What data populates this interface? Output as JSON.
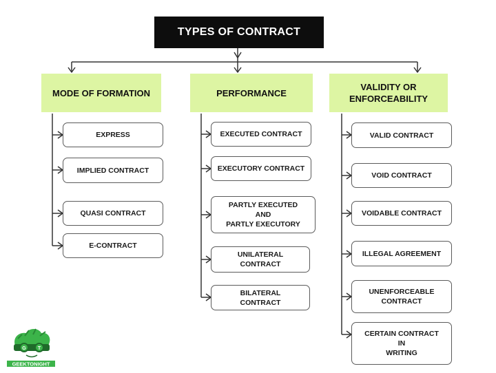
{
  "title": "TYPES OF CONTRACT",
  "categories": [
    {
      "label": "MODE OF FORMATION",
      "items": [
        "EXPRESS",
        "IMPLIED CONTRACT",
        "QUASI CONTRACT",
        "E-CONTRACT"
      ]
    },
    {
      "label": "PERFORMANCE",
      "items": [
        "EXECUTED CONTRACT",
        "EXECUTORY CONTRACT",
        "PARTLY EXECUTED\nAND\nPARTLY EXECUTORY",
        "UNILATERAL\nCONTRACT",
        "BILATERAL\nCONTRACT"
      ]
    },
    {
      "label": "VALIDITY OR\nENFORCEABILITY",
      "items": [
        "VALID CONTRACT",
        "VOID CONTRACT",
        "VOIDABLE CONTRACT",
        "ILLEGAL AGREEMENT",
        "UNENFORCEABLE\nCONTRACT",
        "CERTAIN CONTRACT\nIN\nWRITING"
      ]
    }
  ],
  "logo": {
    "text": "GEEKTONIGHT",
    "initials": "GT",
    "colors": {
      "green": "#3cb44a",
      "dark": "#1f6b2a"
    }
  },
  "colors": {
    "title_bg": "#0d0d0d",
    "category_bg": "#ddf5a3",
    "line": "#333333"
  }
}
